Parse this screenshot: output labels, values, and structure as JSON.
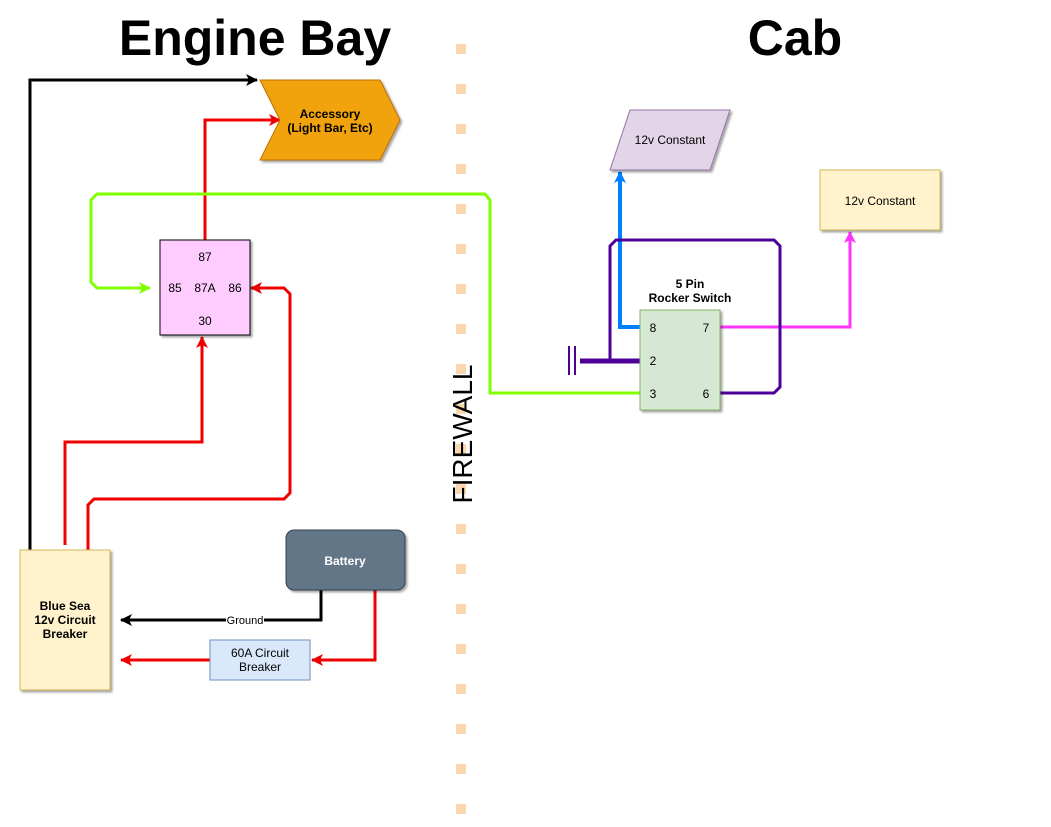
{
  "headings": {
    "engine_bay": "Engine Bay",
    "cab": "Cab",
    "firewall": "FIREWALL"
  },
  "components": {
    "accessory": {
      "line1": "Accessory",
      "line2": "(Light Bar, Etc)"
    },
    "relay": {
      "pin87": "87",
      "pin85": "85",
      "pin87a": "87A",
      "pin86": "86",
      "pin30": "30"
    },
    "constant_purple": "12v Constant",
    "constant_yellow": "12v Constant",
    "rocker": {
      "title1": "5 Pin",
      "title2": "Rocker Switch",
      "pin8": "8",
      "pin7": "7",
      "pin2": "2",
      "pin3": "3",
      "pin6": "6"
    },
    "battery": "Battery",
    "breaker_bluesea": {
      "line1": "Blue Sea",
      "line2": "12v Circuit",
      "line3": "Breaker"
    },
    "breaker_60a": {
      "line1": "60A Circuit",
      "line2": "Breaker"
    },
    "ground_label": "Ground"
  },
  "colors": {
    "wire_black": "#000000",
    "wire_red": "#ee0000",
    "wire_green": "#80ff00",
    "wire_blue": "#007fff",
    "wire_purple": "#4c0099",
    "wire_magenta": "#ff33ff",
    "accessory_fill": "#f0a30a",
    "relay_fill": "#ffccff",
    "constant_purple_fill": "#e1d5e7",
    "constant_yellow_fill": "#fff2cc",
    "rocker_fill": "#d5e8d4",
    "battery_fill": "#647687",
    "bluesea_fill": "#fff2cc",
    "breaker60_fill": "#dae8fc",
    "firewall_dots": "#fad7ac"
  }
}
